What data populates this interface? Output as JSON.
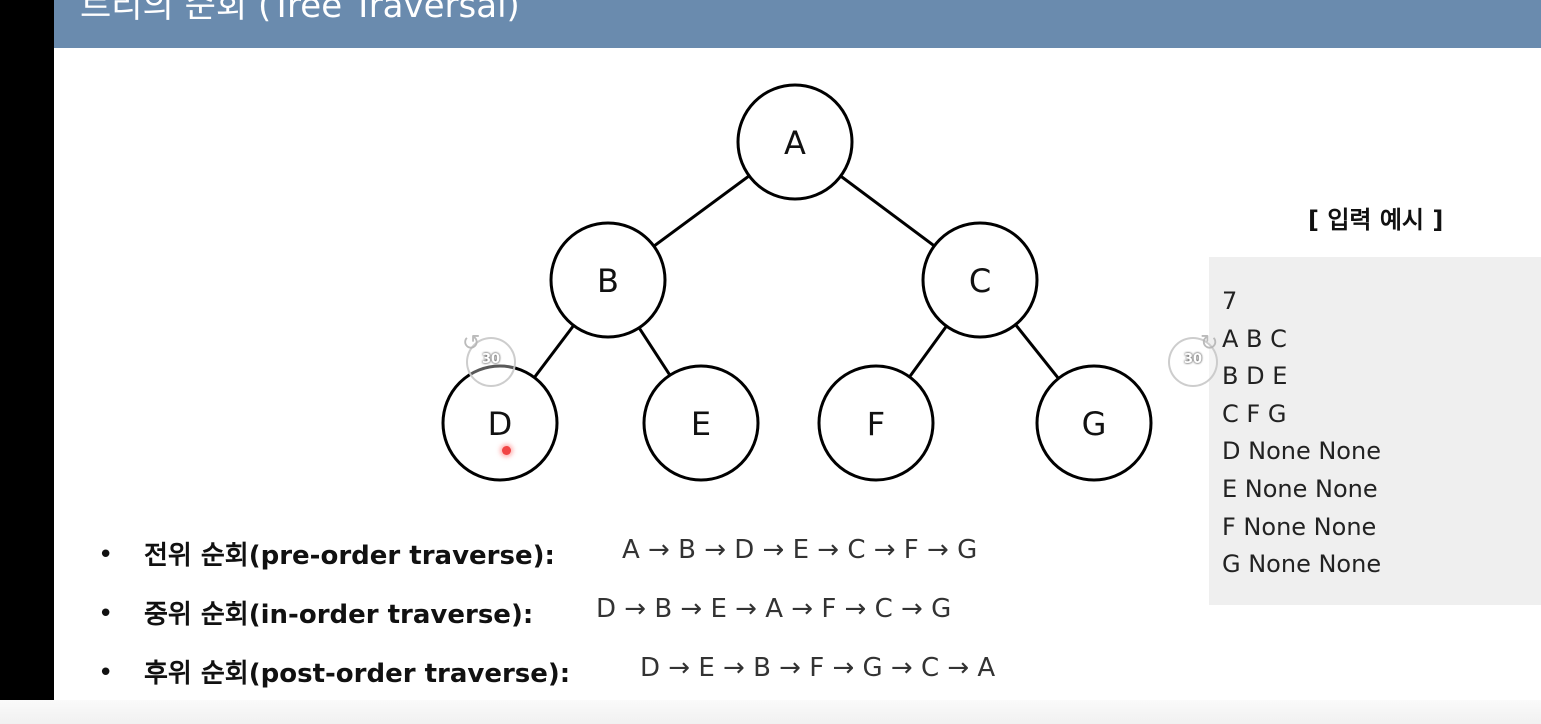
{
  "header": {
    "title": "트리의 순회 (Tree Traversal)"
  },
  "tree": {
    "nodes": [
      "A",
      "B",
      "C",
      "D",
      "E",
      "F",
      "G"
    ],
    "edges": [
      [
        "A",
        "B"
      ],
      [
        "A",
        "C"
      ],
      [
        "B",
        "D"
      ],
      [
        "B",
        "E"
      ],
      [
        "C",
        "F"
      ],
      [
        "C",
        "G"
      ]
    ]
  },
  "input_example": {
    "title": "[ 입력 예시 ]",
    "lines": [
      "7",
      "A B C",
      "B D E",
      "C F G",
      "D None None",
      "E None None",
      "F None None",
      "G None None"
    ]
  },
  "traversals": [
    {
      "label": "전위 순회(pre-order traverse):",
      "sequence": "A → B → D → E → C → F → G"
    },
    {
      "label": "중위 순회(in-order traverse):",
      "sequence": "D → B → E → A → F → C → G"
    },
    {
      "label": "후위 순회(post-order traverse):",
      "sequence": "D → E → B → F → G → C → A"
    }
  ],
  "player": {
    "rewind_label": "30",
    "forward_label": "30"
  },
  "colors": {
    "title_bar": "#6a8bae",
    "code_box": "#efefef"
  },
  "icons": {
    "rewind": "rewind-30-icon",
    "forward": "forward-30-icon",
    "bullet": "bullet-icon"
  }
}
